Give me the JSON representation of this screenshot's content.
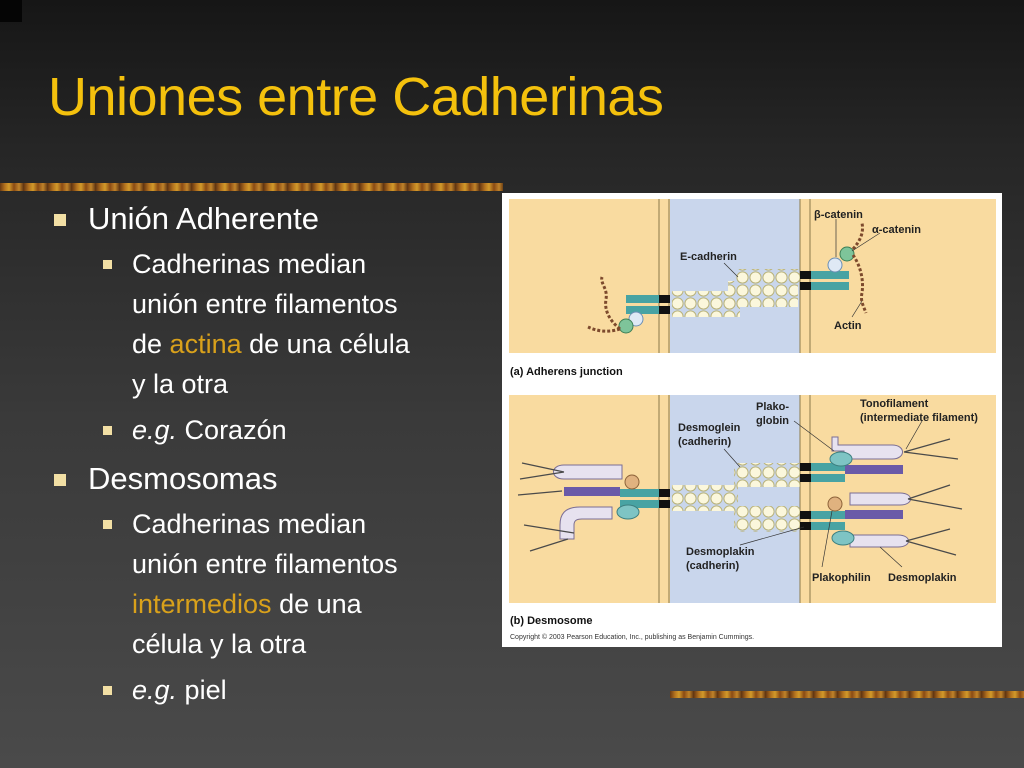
{
  "slide": {
    "title": "Uniones entre Cadherinas",
    "sections": [
      {
        "heading": "Unión Adherente",
        "desc_a": "Cadherinas median",
        "desc_b": "unión entre filamentos",
        "desc_c": "de ",
        "desc_hl": "actina",
        "desc_d": " de una célula",
        "desc_e": "y la otra",
        "eg_label": "e.g.",
        "eg_value": " Corazón"
      },
      {
        "heading": "Desmosomas",
        "desc_a": "Cadherinas median",
        "desc_b": "unión entre filamentos",
        "desc_hl": "intermedios",
        "desc_c": " de una",
        "desc_d": "célula y la otra",
        "eg_label": "e.g.",
        "eg_value": " piel"
      }
    ]
  },
  "figure": {
    "panel_a": {
      "caption_letter": "(a)",
      "caption_text": " Adherens junction",
      "labels": {
        "beta_catenin": "β-catenin",
        "alpha_catenin": "α-catenin",
        "e_cadherin": "E-cadherin",
        "actin": "Actin"
      }
    },
    "panel_b": {
      "caption_letter": "(b)",
      "caption_text": " Desmosome",
      "labels": {
        "plako_1": "Plako-",
        "plako_2": "globin",
        "tono_1": "Tonofilament",
        "tono_2": "(intermediate filament)",
        "desmoglein_1": "Desmoglein",
        "desmoglein_2": "(cadherin)",
        "desmoplakin_c1": "Desmoplakin",
        "desmoplakin_c2": "(cadherin)",
        "plakophilin": "Plakophilin",
        "desmoplakin": "Desmoplakin"
      }
    },
    "copyright": "Copyright © 2003 Pearson Education, Inc., publishing as Benjamin Cummings."
  },
  "colors": {
    "title": "#f4c10d",
    "highlight": "#d9a11b",
    "cell": "#f9dba0",
    "intercellular": "#c9d6ec",
    "cadherin_teal": "#48a3a3",
    "plakoglobin_purple": "#6a5aa8"
  }
}
